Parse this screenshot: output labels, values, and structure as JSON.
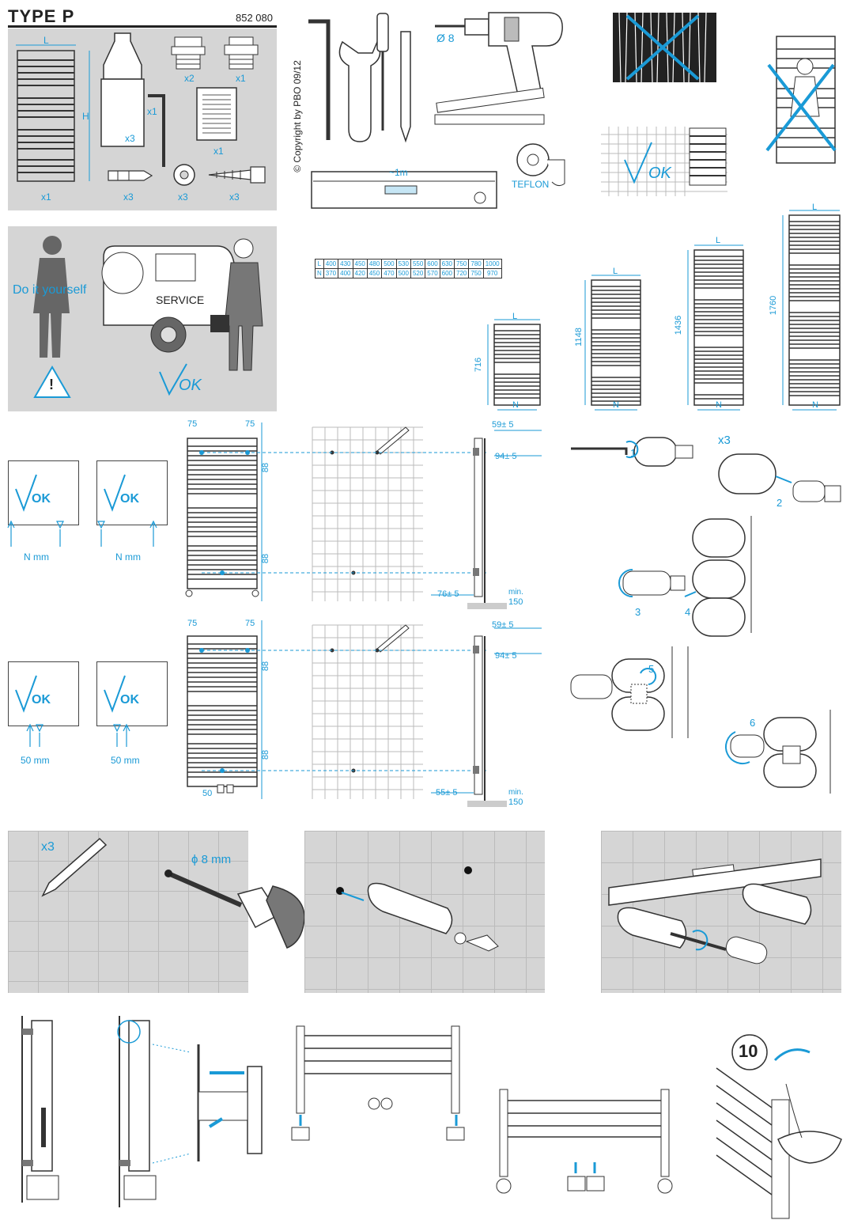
{
  "header": {
    "title": "TYPE P",
    "code": "852 080"
  },
  "copyright": "© Copyright by PBO 09/12",
  "kit": {
    "dim_l": "L",
    "dim_h": "H",
    "qty": {
      "radiator": "x1",
      "valve_nut_a": "x2",
      "valve_nut_b": "x1",
      "bottle": "x3",
      "key": "x1",
      "manual": "x1",
      "dowel": "x3",
      "washer": "x3",
      "screw": "x3"
    }
  },
  "tools": {
    "drill": "Ø 8",
    "level": "~1m",
    "tape": "TEFLON"
  },
  "service": {
    "diy": "Do it yourself",
    "van": "SERVICE",
    "warning": "!",
    "ok": "OK"
  },
  "size_table": {
    "rows": [
      {
        "label": "L",
        "values": [
          "400",
          "430",
          "450",
          "480",
          "500",
          "530",
          "550",
          "600",
          "630",
          "750",
          "780",
          "1000"
        ]
      },
      {
        "label": "N",
        "values": [
          "370",
          "400",
          "420",
          "450",
          "470",
          "500",
          "520",
          "570",
          "600",
          "720",
          "750",
          "970"
        ]
      }
    ]
  },
  "sizes": {
    "l": "L",
    "n": "N",
    "heights": [
      "716",
      "1148",
      "1436",
      "1760"
    ]
  },
  "connection_a": {
    "ok1": "OK",
    "ok2": "OK",
    "n1": "N mm",
    "n2": "N mm",
    "w1": "75",
    "w2": "75",
    "h1": "88",
    "h2": "88",
    "top": "59± 5",
    "mid": "94± 5",
    "low": "76± 5",
    "min": "min.",
    "min_val": "150"
  },
  "connection_b": {
    "ok1": "OK",
    "ok2": "OK",
    "n1": "50 mm",
    "n2": "50 mm",
    "w1": "75",
    "w2": "75",
    "h1": "88",
    "h2": "88",
    "bottom": "50",
    "top": "59± 5",
    "mid": "94± 5",
    "low": "55± 5",
    "min": "min.",
    "min_val": "150"
  },
  "steps": {
    "x3": "x3",
    "s1": "1",
    "s2": "2",
    "s3": "3",
    "s4": "4",
    "s5": "5",
    "s6": "6"
  },
  "wall": {
    "x3": "x3",
    "drill": "ϕ 8 mm"
  },
  "final": {
    "ten": "10"
  },
  "colors": {
    "accent": "#1a9ad6",
    "panel": "#d5d5d5",
    "line": "#333333"
  }
}
